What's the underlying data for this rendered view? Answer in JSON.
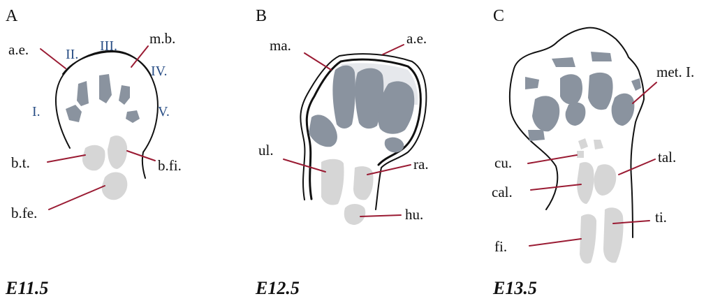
{
  "panels": [
    {
      "letter": "A",
      "stage": "E11.5",
      "digits": [
        "I.",
        "II.",
        "III.",
        "IV.",
        "V."
      ],
      "labels": {
        "ae": "a.e.",
        "mb": "m.b.",
        "bt": "b.t.",
        "bfi": "b.fi.",
        "bfe": "b.fe."
      }
    },
    {
      "letter": "B",
      "stage": "E12.5",
      "labels": {
        "ma": "ma.",
        "ae": "a.e.",
        "ul": "ul.",
        "ra": "ra.",
        "hu": "hu."
      }
    },
    {
      "letter": "C",
      "stage": "E13.5",
      "labels": {
        "met": "met. I.",
        "cu": "cu.",
        "tal": "tal.",
        "cal": "cal.",
        "fi": "fi.",
        "ti": "ti."
      }
    }
  ],
  "colors": {
    "outline": "#111111",
    "cartilage_dark": "#8a939f",
    "cartilage_light": "#d6d6d6",
    "leader": "#9a1b33",
    "digit_label": "#2a4f86"
  }
}
